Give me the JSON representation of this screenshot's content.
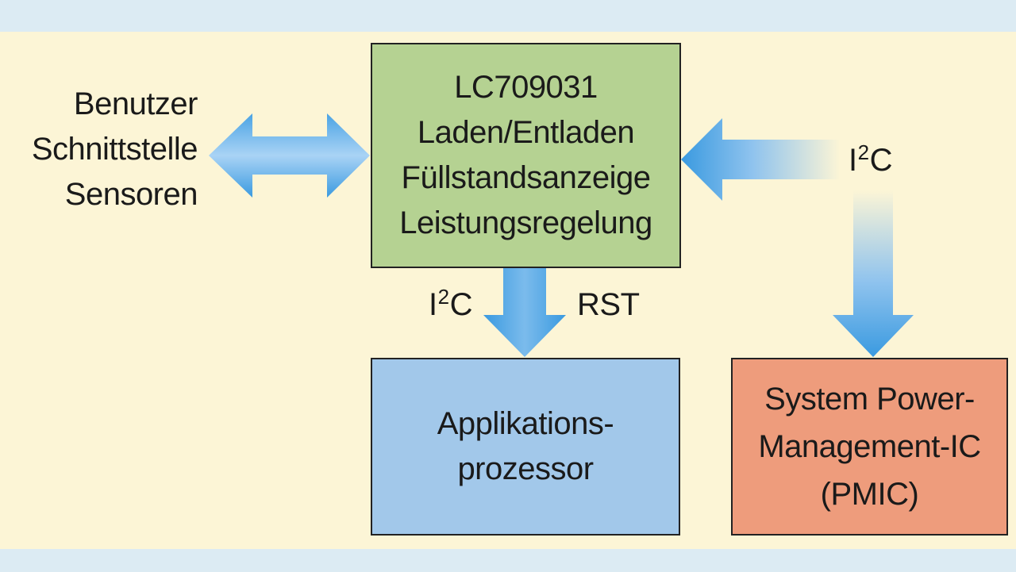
{
  "diagram": {
    "controller_box": {
      "lines": [
        "LC709031",
        "Laden/Entladen",
        "Füllstandsanzeige",
        "Leistungsregelung"
      ]
    },
    "processor_box": {
      "lines": [
        "Applikations-",
        "prozessor"
      ]
    },
    "pmic_box": {
      "lines": [
        "System Power-",
        "Management-IC",
        "(PMIC)"
      ]
    },
    "interface_label": {
      "lines": [
        "Benutzer",
        "Schnittstelle",
        "Sensoren"
      ]
    },
    "i2c_right": {
      "base": "I",
      "sup": "2",
      "tail": "C"
    },
    "i2c_bottom": {
      "base": "I",
      "sup": "2",
      "tail": "C"
    },
    "rst_label": "RST",
    "colors": {
      "controller": "#b5d292",
      "processor": "#a2c8ea",
      "pmic": "#ee9c7c",
      "arrow": "#3a9ae0",
      "background": "#fcf5d6"
    }
  }
}
